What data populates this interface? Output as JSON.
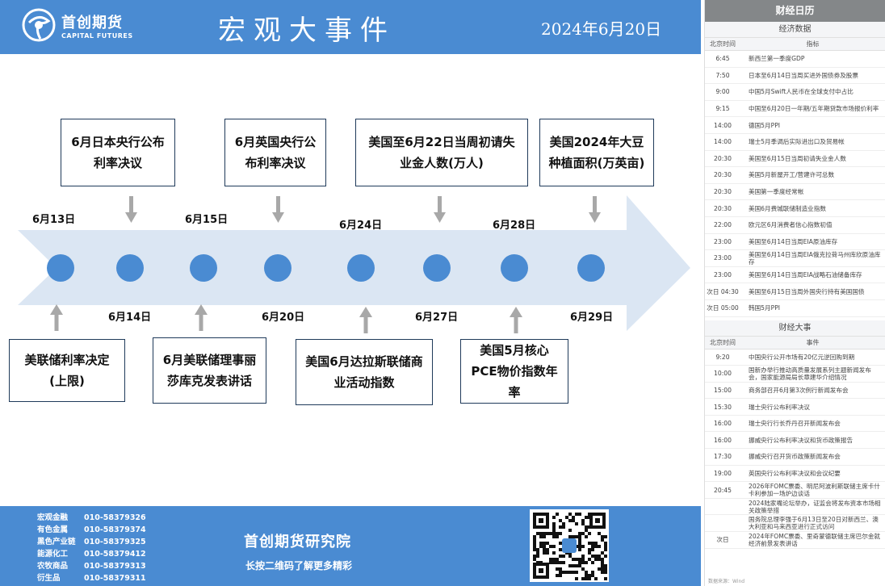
{
  "header": {
    "brand_cn": "首创期货",
    "brand_en": "CAPITAL FUTURES",
    "title": "宏观大事件",
    "date": "2024年6月20日"
  },
  "colors": {
    "header_bg": "#4a8bd2",
    "arrow": "#dbe6f3",
    "dot": "#4a8bd2",
    "box_border": "#1f3a5a"
  },
  "timeline": {
    "top_events": [
      {
        "text": "6月日本央行公布利率决议"
      },
      {
        "text": "6月英国央行公布利率决议"
      },
      {
        "text": "美国至6月22日当周初请失业金人数(万人)"
      },
      {
        "text": "美国2024年大豆种植面积(万英亩)"
      }
    ],
    "bottom_events": [
      {
        "text": "美联储利率决定(上限)"
      },
      {
        "text": "6月美联储理事丽莎库克发表讲话"
      },
      {
        "text": "美国6月达拉斯联储商业活动指数"
      },
      {
        "text": "美国5月核心PCE物价指数年率"
      }
    ],
    "top_dates": [
      "6月13日",
      "6月15日",
      "6月24日",
      "6月28日"
    ],
    "bottom_dates": [
      "6月14日",
      "6月20日",
      "6月27日",
      "6月29日"
    ]
  },
  "footer": {
    "contacts": [
      {
        "label": "宏观金融",
        "phone": "010-58379326"
      },
      {
        "label": "有色金属",
        "phone": "010-58379374"
      },
      {
        "label": "黑色产业链",
        "phone": "010-58379325"
      },
      {
        "label": "能源化工",
        "phone": "010-58379412"
      },
      {
        "label": "农牧商品",
        "phone": "010-58379313"
      },
      {
        "label": "衍生品",
        "phone": "010-58379311"
      }
    ],
    "institute": "首创期货研究院",
    "scan_tip": "长按二维码了解更多精彩"
  },
  "calendar": {
    "title": "财经日历",
    "econ_title": "经济数据",
    "econ_headers": {
      "time": "北京时间",
      "name": "指标"
    },
    "econ_rows": [
      {
        "time": "6:45",
        "name": "新西兰第一季度GDP"
      },
      {
        "time": "7:50",
        "name": "日本至6月14日当周买进外国债券及股票"
      },
      {
        "time": "9:00",
        "name": "中国5月Swift人民币在全球支付中占比"
      },
      {
        "time": "9:15",
        "name": "中国至6月20日一年期/五年期贷款市场报价利率"
      },
      {
        "time": "14:00",
        "name": "德国5月PPI"
      },
      {
        "time": "14:00",
        "name": "瑞士5月季调后实际进出口及贸易帐"
      },
      {
        "time": "20:30",
        "name": "美国至6月15日当周初请失业金人数"
      },
      {
        "time": "20:30",
        "name": "美国5月新屋开工/营建许可总数"
      },
      {
        "time": "20:30",
        "name": "美国第一季度经常帐"
      },
      {
        "time": "20:30",
        "name": "美国6月费城联储制造业指数"
      },
      {
        "time": "22:00",
        "name": "欧元区6月消费者信心指数初值"
      },
      {
        "time": "23:00",
        "name": "美国至6月14日当周EIA原油库存"
      },
      {
        "time": "23:00",
        "name": "美国至6月14日当周EIA俄克拉荷马州库欣原油库存"
      },
      {
        "time": "23:00",
        "name": "美国至6月14日当周EIA战略石油储备库存"
      },
      {
        "time": "次日 04:30",
        "name": "美国至6月15日当周外国央行持有美国国债"
      },
      {
        "time": "次日 05:00",
        "name": "韩国5月PPI"
      }
    ],
    "event_title": "财经大事",
    "event_headers": {
      "time": "北京时间",
      "name": "事件"
    },
    "event_rows": [
      {
        "time": "9:20",
        "name": "中国央行公开市场有20亿元逆回购到期"
      },
      {
        "time": "10:00",
        "name": "国新办举行推动高质量发展系列主题新闻发布会，国家能源局局长章建华介绍情况"
      },
      {
        "time": "15:00",
        "name": "商务部召开6月第3次例行新闻发布会"
      },
      {
        "time": "15:30",
        "name": "瑞士央行公布利率决议"
      },
      {
        "time": "16:00",
        "name": "瑞士央行行长乔丹召开新闻发布会"
      },
      {
        "time": "16:00",
        "name": "挪威央行公布利率决议和货币政策报告"
      },
      {
        "time": "17:30",
        "name": "挪威央行召开货币政策新闻发布会"
      },
      {
        "time": "19:00",
        "name": "英国央行公布利率决议和会议纪要"
      },
      {
        "time": "20:45",
        "name": "2026年FOMC票委、明尼阿波利斯联储主席卡什卡利参加一场炉边谈话"
      },
      {
        "time": "",
        "name": "2024陆家嘴论坛举办，证监会将发布资本市场相关政策举措"
      },
      {
        "time": "",
        "name": "国务院总理李强于6月13日至20日对新西兰、澳大利亚和马来西亚进行正式访问"
      },
      {
        "time": "次日",
        "name": "2024年FOMC票委、里奇蒙德联储主席巴尔金就经济前景发表讲话"
      }
    ],
    "source": "数据来源：Wind"
  }
}
